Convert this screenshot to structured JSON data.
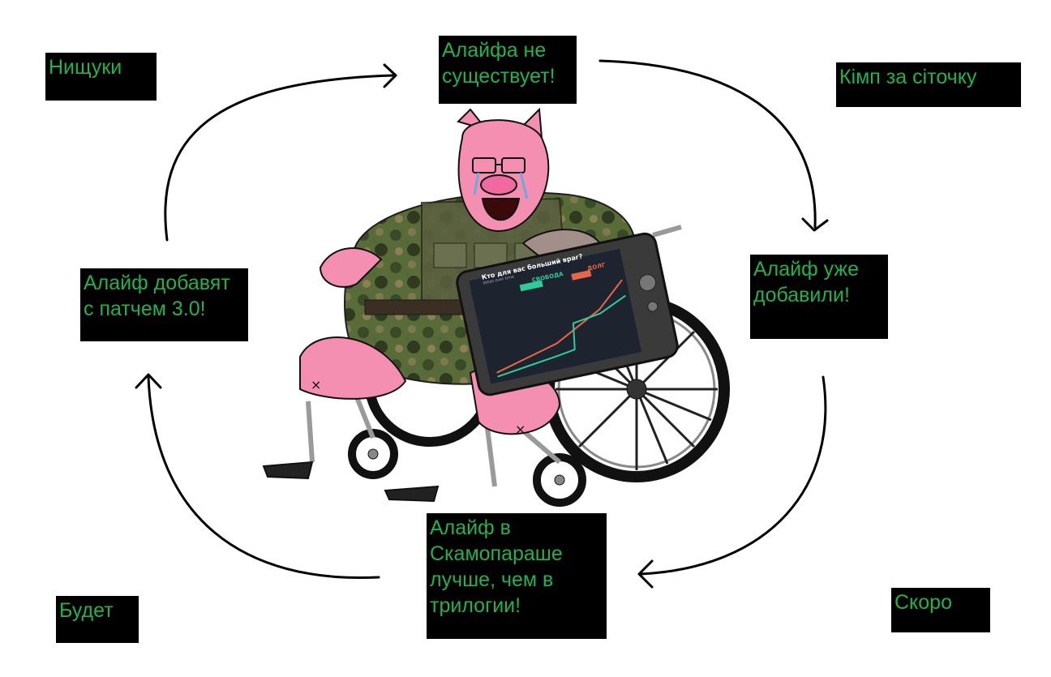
{
  "labels": {
    "center_top": "Алайфа не\nсуществует!",
    "right": "Алайф уже\nдобавили!",
    "bottom": "Алайф в\nСкамопараше\nлучше, чем в\nтрилогии!",
    "left": "Алайф добавят\nс патчем 3.0!"
  },
  "corners": {
    "top_left": "Нищуки",
    "top_right": "Кімп за сіточку",
    "bottom_left": "Будет",
    "bottom_right": "Скоро"
  },
  "tablet_poll": {
    "title": "Кто для вас больший враг?",
    "subtitle": "Votes over time",
    "option_freedom": "СВОБОДА",
    "option_duty": "ДОЛГ"
  },
  "colors": {
    "label_text": "#22b24c",
    "label_bg": "#000000",
    "pig_skin": "#f48fb1",
    "camo_dark": "#4a5a32",
    "freedom_color": "#2ecc9a",
    "duty_color": "#e8664a"
  },
  "icons": {
    "arrows": "cycle-arrow-icon"
  }
}
